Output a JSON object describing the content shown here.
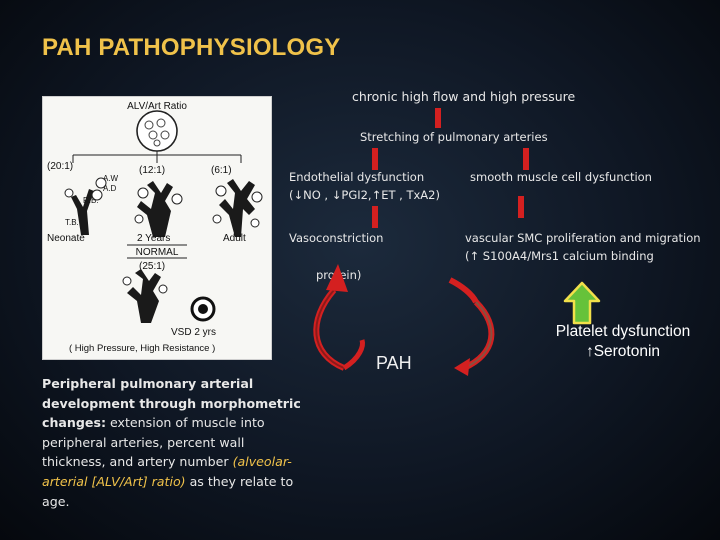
{
  "slide": {
    "title": "PAH PATHOPHYSIOLOGY",
    "flow_top": "chronic high flow and high pressure",
    "stretching": "Stretching of pulmonary arteries",
    "endothelial": {
      "line1": "Endothelial dysfunction",
      "line2": "(↓NO , ↓PGI2,↑ET , TxA2)"
    },
    "smooth_muscle": "smooth muscle cell dysfunction",
    "vasoconstriction": "Vasoconstriction",
    "vascular_smc": {
      "line1": "vascular SMC proliferation and migration",
      "line2": "(↑ S100A4/Mrs1 calcium binding"
    },
    "protein": "protein)",
    "pah": "PAH",
    "platelet": {
      "line1": "Platelet dysfunction",
      "line2": "↑Serotonin"
    },
    "caption": {
      "bold": "Peripheral pulmonary arterial development through morphometric changes:",
      "text1": " extension of muscle into peripheral arteries, percent wall thickness, and artery number ",
      "highlight": "(alveolar-arterial [ALV/Art] ratio)",
      "text2": " as they relate to age."
    },
    "figure": {
      "header": "ALV/Art Ratio",
      "ratio1": "(20:1)",
      "ratio2": "(12:1)",
      "ratio3": "(6:1)",
      "ratio4": "(25:1)",
      "aw": "A.W",
      "ad": "A.D",
      "rb": "R.B.",
      "tb": "T.B.",
      "neonate": "Neonate",
      "years2": "2 Years",
      "adult": "Adult",
      "normal": "NORMAL",
      "vsd": "VSD 2 yrs",
      "resistance": "( High  Pressure,  High  Resistance )"
    },
    "colors": {
      "title": "#f0c24a",
      "red_bar": "#d42020",
      "green_arrow": "#66c23a",
      "yellow_outline": "#f2e04a"
    }
  }
}
